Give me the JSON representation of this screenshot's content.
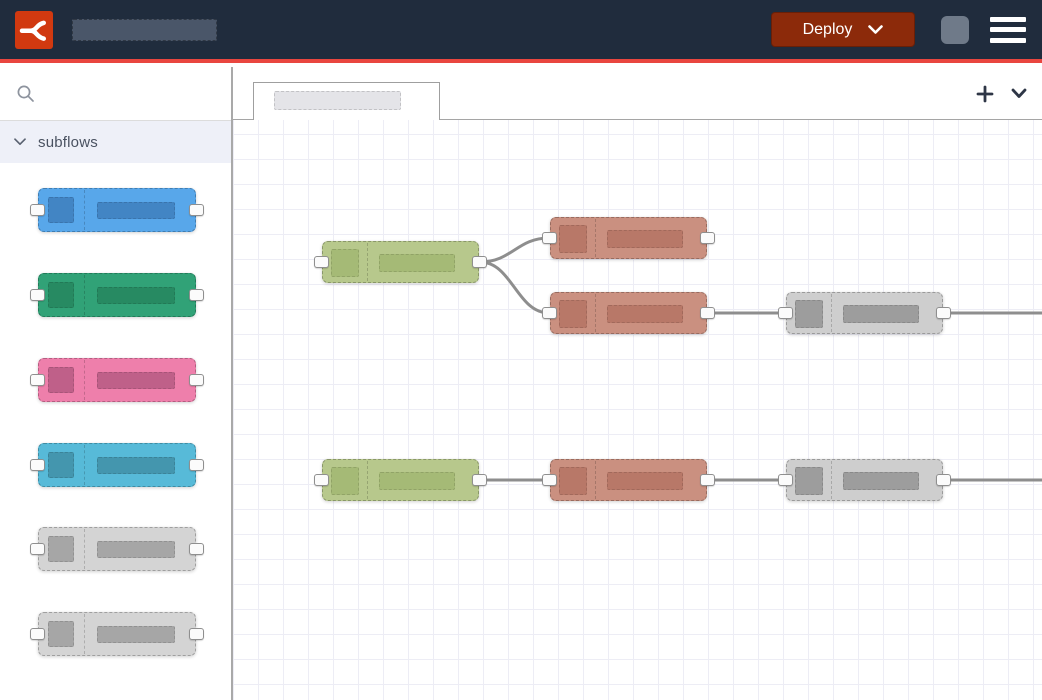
{
  "app": {
    "name": "Node-RED flow editor"
  },
  "header": {
    "deploy_label": "Deploy",
    "colors": {
      "bg": "#202c3d",
      "accent_line": "#e9463f",
      "logo": "#d13910",
      "deploy_bg": "#8c2a0a",
      "title_placeholder": "#4a5669",
      "avatar": "#6f7a89"
    },
    "icons": [
      "node-red-logo-icon",
      "deploy-chevron-icon",
      "menu-icon"
    ]
  },
  "palette": {
    "search": {
      "icon": "search-icon",
      "value": "",
      "placeholder": ""
    },
    "category_label": "subflows",
    "category_state": "expanded",
    "nodes": [
      {
        "name": "subflow-blue",
        "body": "#58a7ea",
        "dark": "#4285c4"
      },
      {
        "name": "subflow-green",
        "body": "#31a277",
        "dark": "#278a62"
      },
      {
        "name": "subflow-pink",
        "body": "#ee7fab",
        "dark": "#bf6089"
      },
      {
        "name": "subflow-cyan",
        "body": "#57bad8",
        "dark": "#4496ae"
      },
      {
        "name": "subflow-gray-1",
        "body": "#d4d4d4",
        "dark": "#a6a6a6"
      },
      {
        "name": "subflow-gray-2",
        "body": "#d4d4d4",
        "dark": "#a6a6a6"
      }
    ]
  },
  "canvas": {
    "tab": {
      "label_redacted": true
    },
    "actions": {
      "add_flow": "plus-icon",
      "tab_list": "chevron-down-icon"
    },
    "wire_color": "#8e8e8e",
    "node_colors": {
      "olive": {
        "body": "#b7c88c",
        "dark": "#a5ba76"
      },
      "salmon": {
        "body": "#ca9080",
        "dark": "#b87868"
      },
      "gray": {
        "body": "#cecece",
        "dark": "#9d9d9d"
      }
    },
    "flow": {
      "rows": [
        {
          "nodes": [
            "olive",
            "salmon",
            "salmon",
            "gray"
          ],
          "wiring": "olive output branches to two salmon nodes; lower salmon connects to gray; gray wire exits right edge"
        },
        {
          "nodes": [
            "olive",
            "salmon",
            "gray"
          ],
          "wiring": "straight chain olive to salmon to gray; gray wire exits right edge"
        }
      ]
    }
  }
}
